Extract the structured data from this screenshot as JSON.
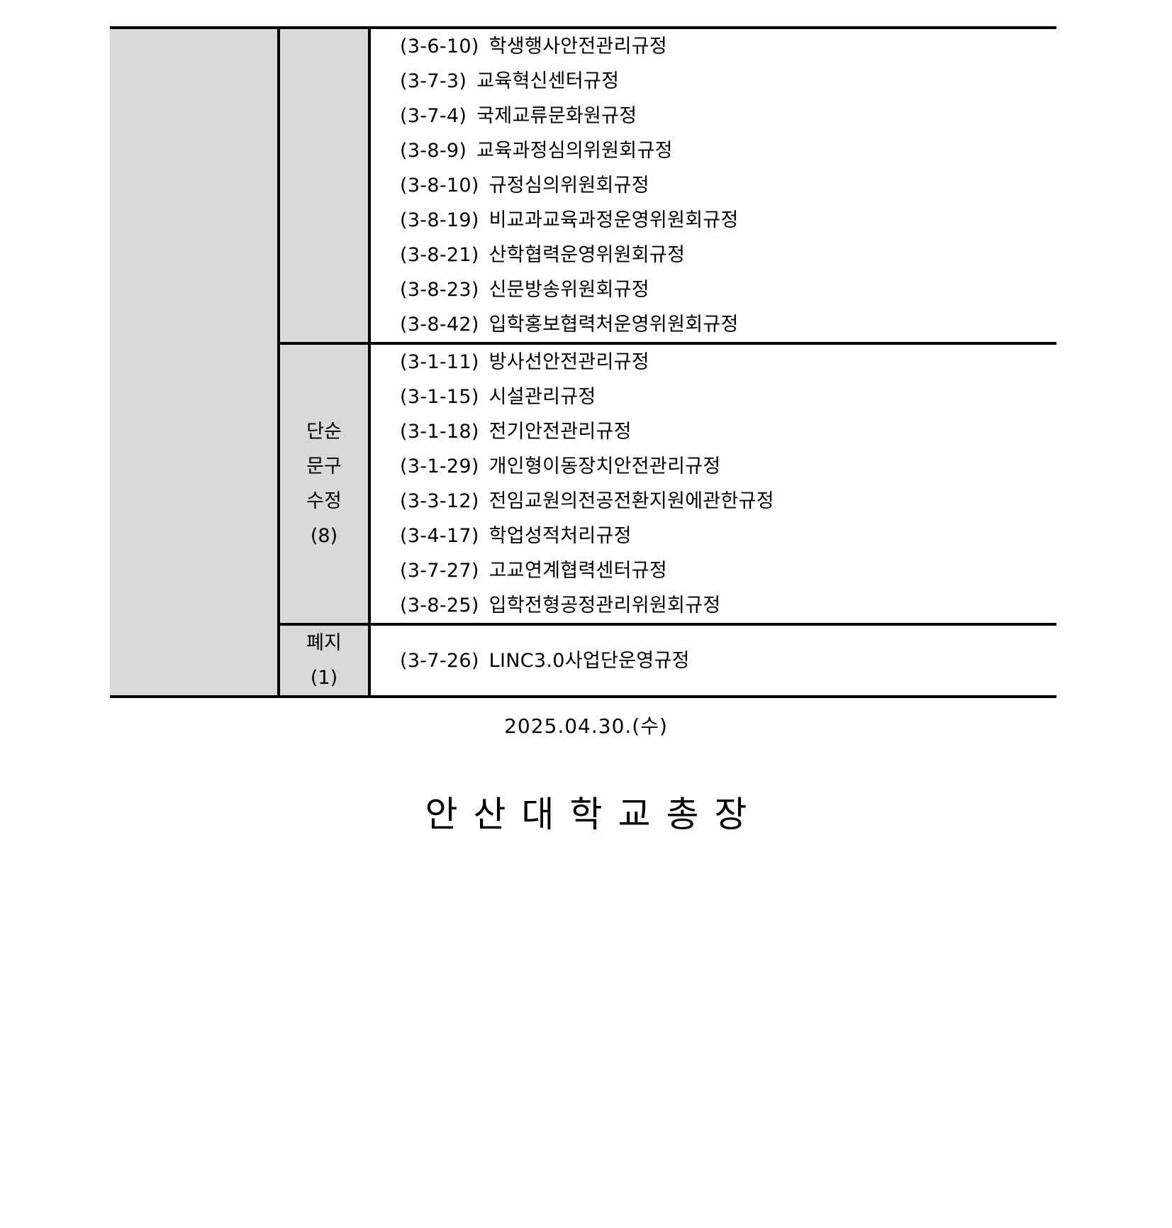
{
  "table": {
    "groups": [
      {
        "category_lines": [],
        "items": [
          {
            "code": "(3-6-10)",
            "name": "학생행사안전관리규정"
          },
          {
            "code": "(3-7-3)",
            "name": "교육혁신센터규정"
          },
          {
            "code": "(3-7-4)",
            "name": "국제교류문화원규정"
          },
          {
            "code": "(3-8-9)",
            "name": "교육과정심의위원회규정"
          },
          {
            "code": "(3-8-10)",
            "name": "규정심의위원회규정"
          },
          {
            "code": "(3-8-19)",
            "name": "비교과교육과정운영위원회규정"
          },
          {
            "code": "(3-8-21)",
            "name": "산학협력운영위원회규정"
          },
          {
            "code": "(3-8-23)",
            "name": "신문방송위원회규정"
          },
          {
            "code": "(3-8-42)",
            "name": "입학홍보협력처운영위원회규정"
          }
        ]
      },
      {
        "category_lines": [
          "단순",
          "문구",
          "수정",
          "(8)"
        ],
        "items": [
          {
            "code": "(3-1-11)",
            "name": "방사선안전관리규정"
          },
          {
            "code": "(3-1-15)",
            "name": "시설관리규정"
          },
          {
            "code": "(3-1-18)",
            "name": "전기안전관리규정"
          },
          {
            "code": "(3-1-29)",
            "name": "개인형이동장치안전관리규정"
          },
          {
            "code": "(3-3-12)",
            "name": "전임교원의전공전환지원에관한규정"
          },
          {
            "code": "(3-4-17)",
            "name": "학업성적처리규정"
          },
          {
            "code": "(3-7-27)",
            "name": "고교연계협력센터규정"
          },
          {
            "code": "(3-8-25)",
            "name": "입학전형공정관리위원회규정"
          }
        ]
      },
      {
        "category_lines": [
          "폐지",
          "(1)"
        ],
        "items": [
          {
            "code": "(3-7-26)",
            "name": "LINC3.0사업단운영규정"
          }
        ]
      }
    ]
  },
  "footer": {
    "date": "2025.04.30.(수)",
    "signature": "안산대학교총장"
  },
  "colors": {
    "header_fill": "#d9d9d9",
    "border": "#000000",
    "text": "#000000"
  }
}
